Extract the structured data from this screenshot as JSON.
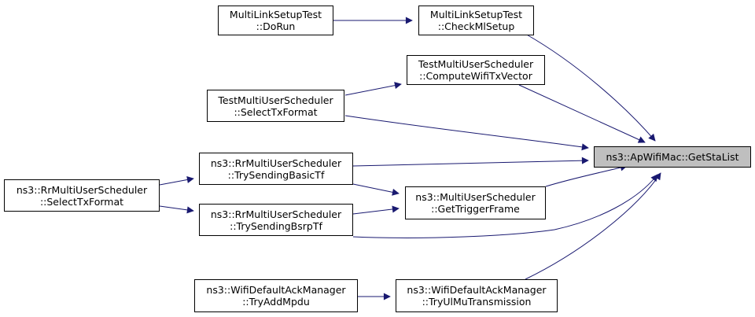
{
  "colors": {
    "edge": "#191970",
    "border": "#000000",
    "focus_fill": "#bfbfbf",
    "node_fill": "#ffffff"
  },
  "nodes": [
    {
      "id": "n0",
      "lines": [
        "ns3::ApWifiMac::GetStaList"
      ],
      "focus": true
    },
    {
      "id": "n1",
      "lines": [
        "MultiLinkSetupTest",
        "::CheckMlSetup"
      ]
    },
    {
      "id": "n2",
      "lines": [
        "MultiLinkSetupTest",
        "::DoRun"
      ]
    },
    {
      "id": "n3",
      "lines": [
        "TestMultiUserScheduler",
        "::ComputeWifiTxVector"
      ]
    },
    {
      "id": "n4",
      "lines": [
        "TestMultiUserScheduler",
        "::SelectTxFormat"
      ]
    },
    {
      "id": "n5",
      "lines": [
        "ns3::MultiUserScheduler",
        "::GetTriggerFrame"
      ]
    },
    {
      "id": "n6",
      "lines": [
        "ns3::RrMultiUserScheduler",
        "::TrySendingBasicTf"
      ]
    },
    {
      "id": "n7",
      "lines": [
        "ns3::RrMultiUserScheduler",
        "::SelectTxFormat"
      ]
    },
    {
      "id": "n8",
      "lines": [
        "ns3::RrMultiUserScheduler",
        "::TrySendingBsrpTf"
      ]
    },
    {
      "id": "n9",
      "lines": [
        "ns3::WifiDefaultAckManager",
        "::TryUlMuTransmission"
      ]
    },
    {
      "id": "n10",
      "lines": [
        "ns3::WifiDefaultAckManager",
        "::TryAddMpdu"
      ]
    }
  ],
  "edges": [
    {
      "from": "n1",
      "to": "n0"
    },
    {
      "from": "n2",
      "to": "n1"
    },
    {
      "from": "n3",
      "to": "n0"
    },
    {
      "from": "n4",
      "to": "n3"
    },
    {
      "from": "n4",
      "to": "n0"
    },
    {
      "from": "n5",
      "to": "n0"
    },
    {
      "from": "n6",
      "to": "n5"
    },
    {
      "from": "n7",
      "to": "n6"
    },
    {
      "from": "n6",
      "to": "n0"
    },
    {
      "from": "n8",
      "to": "n5"
    },
    {
      "from": "n7",
      "to": "n8"
    },
    {
      "from": "n8",
      "to": "n0"
    },
    {
      "from": "n9",
      "to": "n0"
    },
    {
      "from": "n10",
      "to": "n9"
    }
  ]
}
